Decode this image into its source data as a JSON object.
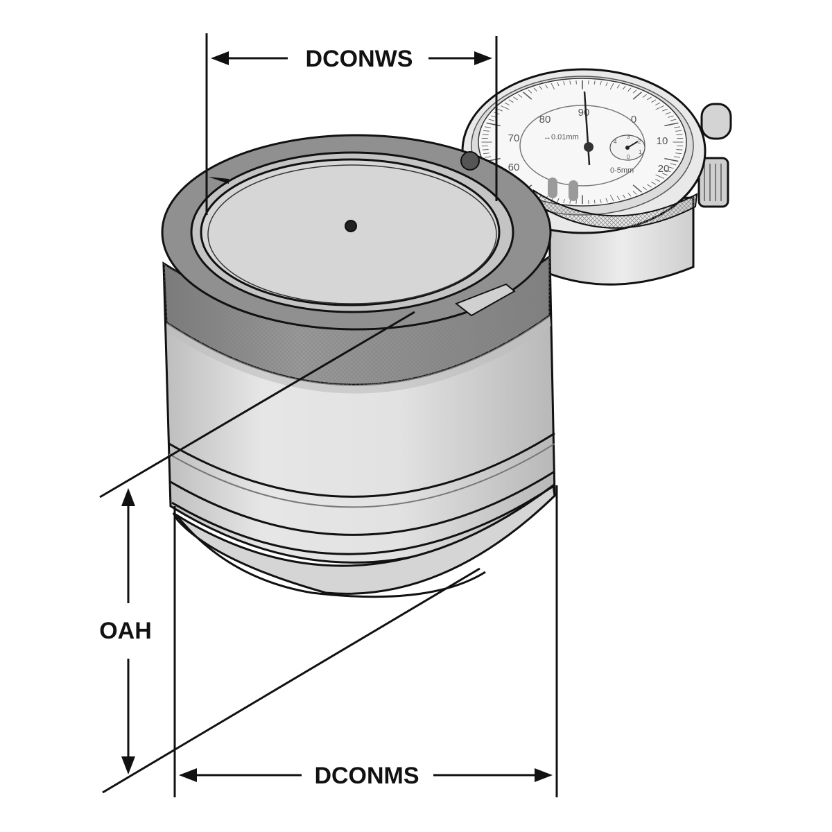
{
  "figure": {
    "subject": "ring-gauge",
    "labels": {
      "top_width": "DCONWS",
      "bottom_width": "DCONMS",
      "height": "OAH"
    }
  },
  "dial_indicator": {
    "scale_numbers": [
      "90",
      "80",
      "70",
      "60",
      "0",
      "10",
      "20"
    ],
    "resolution_text": "↔0.01mm",
    "range_text": "0-5mm",
    "sub_dial_numbers": [
      "4",
      "3",
      "2",
      "1",
      "0"
    ]
  },
  "colors": {
    "line": "#111111",
    "body_light": "#e3e3e3",
    "body_mid": "#c9c9c9",
    "knurl_band": "#8f8f8f",
    "face": "#d6d6d6",
    "dial_face": "#f7f7f7"
  }
}
